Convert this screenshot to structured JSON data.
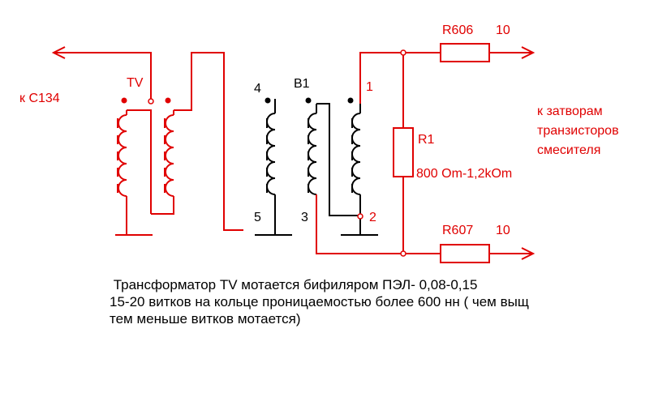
{
  "colors": {
    "red": "#e00000",
    "black": "#000000",
    "background": "#ffffff"
  },
  "labels": {
    "to_c134": "к С134",
    "tv": "TV",
    "pin4": "4",
    "pin5": "5",
    "b1": "В1",
    "pin1": "1",
    "pin2": "2",
    "pin3": "3",
    "r606": "R606",
    "r606_value": "10",
    "r607": "R607",
    "r607_value": "10",
    "r1": "R1",
    "r1_value": "800 Om-1,2kOm",
    "gates_line1": "к затворам",
    "gates_line2": "транзисторов",
    "gates_line3": "смесителя"
  },
  "note": {
    "line1": " Трансформатор TV мотается бифиляром ПЭЛ- 0,08-0,15",
    "line2": "15-20 витков на кольце проницаемостью более 600 нн ( чем выщ",
    "line3": "тем меньше витков мотается)"
  }
}
